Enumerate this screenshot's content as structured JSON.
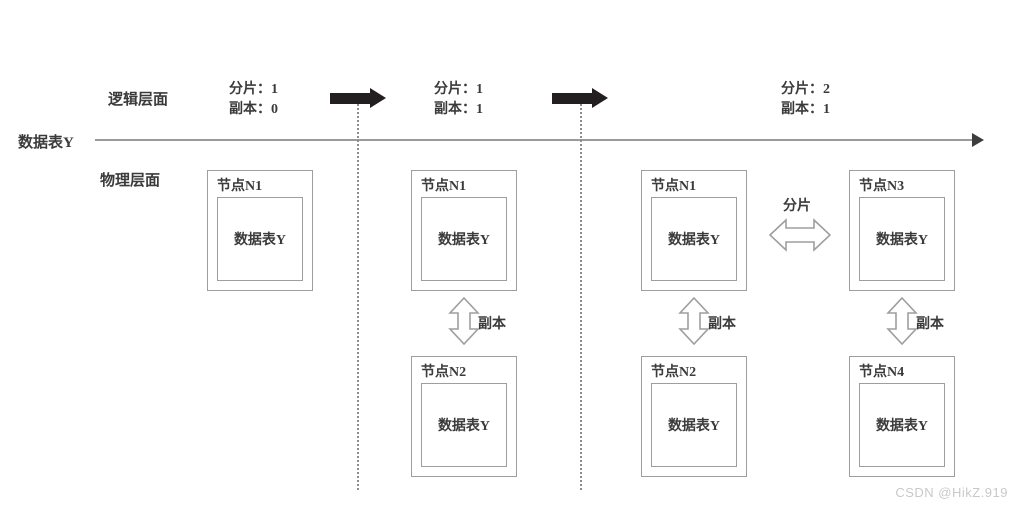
{
  "diagram": {
    "axis_title": "数据表Y",
    "layers": {
      "logical": "逻辑层面",
      "physical": "物理层面"
    },
    "labels": {
      "shard": "分片",
      "replica": "副本"
    },
    "watermark": "CSDN @HikZ.919",
    "colors": {
      "box_border": "#9e9e9e",
      "text": "#3b3b3b",
      "timeline": "#9a9a9a",
      "block_arrow": "#231f20",
      "divider": "#8d8d8d",
      "watermark": "#c9c9c9"
    },
    "stages": [
      {
        "id": "stage-1",
        "meta": {
          "shard_line": "分片：1",
          "replica_line": "副本：0"
        },
        "nodes": [
          {
            "title": "节点N1",
            "table": "数据表Y"
          }
        ],
        "connectors": []
      },
      {
        "id": "stage-2",
        "meta": {
          "shard_line": "分片：1",
          "replica_line": "副本：1"
        },
        "nodes": [
          {
            "title": "节点N1",
            "table": "数据表Y"
          },
          {
            "title": "节点N2",
            "table": "数据表Y"
          }
        ],
        "connectors": [
          {
            "kind": "vertical-double-arrow",
            "label": "副本"
          }
        ]
      },
      {
        "id": "stage-3",
        "meta": {
          "shard_line": "分片：2",
          "replica_line": "副本：1"
        },
        "nodes": [
          {
            "title": "节点N1",
            "table": "数据表Y"
          },
          {
            "title": "节点N3",
            "table": "数据表Y"
          },
          {
            "title": "节点N2",
            "table": "数据表Y"
          },
          {
            "title": "节点N4",
            "table": "数据表Y"
          }
        ],
        "connectors": [
          {
            "kind": "horizontal-double-arrow",
            "label": "分片"
          },
          {
            "kind": "vertical-double-arrow",
            "label": "副本"
          },
          {
            "kind": "vertical-double-arrow",
            "label": "副本"
          }
        ]
      }
    ],
    "transitions": [
      {
        "id": "transition-1",
        "kind": "block-arrow",
        "direction": "right"
      },
      {
        "id": "transition-2",
        "kind": "block-arrow",
        "direction": "right"
      }
    ]
  }
}
